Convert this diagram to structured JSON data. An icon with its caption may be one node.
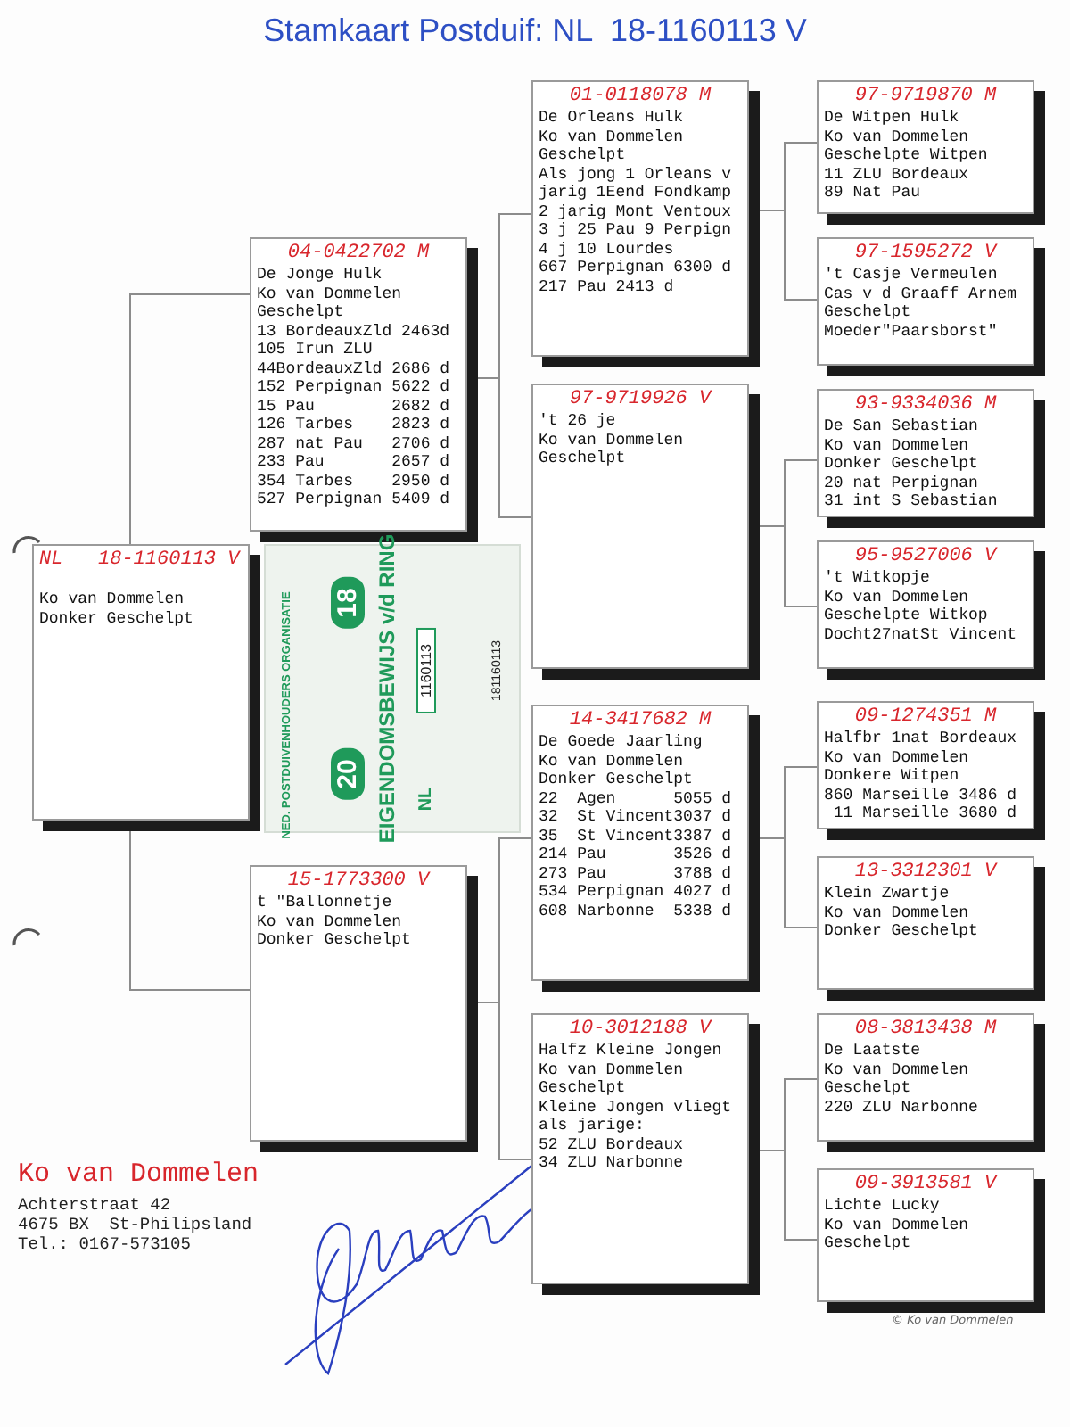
{
  "diagram": {
    "title": "Stamkaart Postduif: NL  18-1160113 V",
    "nodes": [
      {
        "text": [
          "NL   18-1160113 V",
          "Ko van Dommelen",
          "Donker Geschelpt"
        ]
      },
      {
        "text": [
          "04-0422702 M",
          "De Jonge Hulk",
          "Ko van Dommelen",
          "Geschelpt",
          "13 BordeauxZld 2463d",
          "105 Irun ZLU",
          "44BordeauxZld 2686 d",
          "152 Perpignan 5622 d",
          "15 Pau        2682 d",
          "126 Tarbes    2823 d",
          "287 nat Pau   2706 d",
          "233 Pau       2657 d",
          "354 Tarbes    2950 d",
          "527 Perpignan 5409 d"
        ]
      },
      {
        "text": [
          "15-1773300 V",
          "t \"Ballonnetje",
          "Ko van Dommelen",
          "Donker Geschelpt"
        ]
      },
      {
        "text": [
          "01-0118078 M",
          "De Orleans Hulk",
          "Ko van Dommelen",
          "Geschelpt",
          "Als jong 1 Orleans v",
          "jarig 1Eend Fondkamp",
          "2 jarig Mont Ventoux",
          "3 j 25 Pau 9 Perpign",
          "4 j 10 Lourdes",
          "667 Perpignan 6300 d",
          "217 Pau 2413 d"
        ]
      },
      {
        "text": [
          "97-9719926 V",
          "'t 26 je",
          "Ko van Dommelen",
          "Geschelpt"
        ]
      },
      {
        "text": [
          "14-3417682 M",
          "De Goede Jaarling",
          "Ko van Dommelen",
          "Donker Geschelpt",
          "22  Agen      5055 d",
          "32  St Vincent3037 d",
          "35  St Vincent3387 d",
          "214 Pau       3526 d",
          "273 Pau       3788 d",
          "534 Perpignan 4027 d",
          "608 Narbonne  5338 d"
        ]
      },
      {
        "text": [
          "10-3012188 V",
          "Halfz Kleine Jongen",
          "Ko van Dommelen",
          "Geschelpt",
          "Kleine Jongen vliegt",
          "als jarige:",
          "52 ZLU Bordeaux",
          "34 ZLU Narbonne"
        ]
      },
      {
        "text": [
          "97-9719870 M",
          "De Witpen Hulk",
          "Ko van Dommelen",
          "Geschelpte Witpen",
          "11 ZLU Bordeaux",
          "89 Nat Pau"
        ]
      },
      {
        "text": [
          "97-1595272 V",
          "'t Casje Vermeulen",
          "Cas v d Graaff Arnem",
          "Geschelpt",
          "Moeder\"Paarsborst\""
        ]
      },
      {
        "text": [
          "93-9334036 M",
          "De San Sebastian",
          "Ko van Dommelen",
          "Donker Geschelpt",
          "20 nat Perpignan",
          "31 int S Sebastian"
        ]
      },
      {
        "text": [
          "95-9527006 V",
          "'t Witkopje",
          "Ko van Dommelen",
          "Geschelpte Witkop",
          "Docht27natSt Vincent"
        ]
      },
      {
        "text": [
          "09-1274351 M",
          "Halfbr 1nat Bordeaux",
          "Ko van Dommelen",
          "Donkere Witpen",
          "860 Marseille 3486 d",
          " 11 Marseille 3680 d"
        ]
      },
      {
        "text": [
          "13-3312301 V",
          "Klein Zwartje",
          "Ko van Dommelen",
          "Donker Geschelpt"
        ]
      },
      {
        "text": [
          "08-3813438 M",
          "De Laatste",
          "Ko van Dommelen",
          "Geschelpt",
          "220 ZLU Narbonne"
        ]
      },
      {
        "text": [
          "09-3913581 V",
          "Lichte Lucky",
          "Ko van Dommelen",
          "Geschelpt"
        ]
      }
    ],
    "edges": [
      {
        "from": 0,
        "to": 1,
        "arrow": "none"
      },
      {
        "from": 0,
        "to": 2,
        "arrow": "none"
      },
      {
        "from": 1,
        "to": 3,
        "arrow": "none"
      },
      {
        "from": 1,
        "to": 4,
        "arrow": "none"
      },
      {
        "from": 2,
        "to": 5,
        "arrow": "none"
      },
      {
        "from": 2,
        "to": 6,
        "arrow": "none"
      },
      {
        "from": 3,
        "to": 7,
        "arrow": "none"
      },
      {
        "from": 3,
        "to": 8,
        "arrow": "none"
      },
      {
        "from": 4,
        "to": 9,
        "arrow": "none"
      },
      {
        "from": 4,
        "to": 10,
        "arrow": "none"
      },
      {
        "from": 5,
        "to": 11,
        "arrow": "none"
      },
      {
        "from": 5,
        "to": 12,
        "arrow": "none"
      },
      {
        "from": 6,
        "to": 13,
        "arrow": "none"
      },
      {
        "from": 6,
        "to": 14,
        "arrow": "none"
      }
    ],
    "labels": [
      "NED. POSTDUIVENHOUDERS ORGANISATIE",
      "20",
      "18",
      "EIGENDOMSBEWIJS v/d RING",
      "NL",
      "1160113",
      "181160113",
      "Ko van Dommelen",
      "Achterstraat 42",
      "4675 BX  St-Philipsland",
      "Tel.: 0167-573105",
      "© Ko van Dommelen"
    ]
  }
}
